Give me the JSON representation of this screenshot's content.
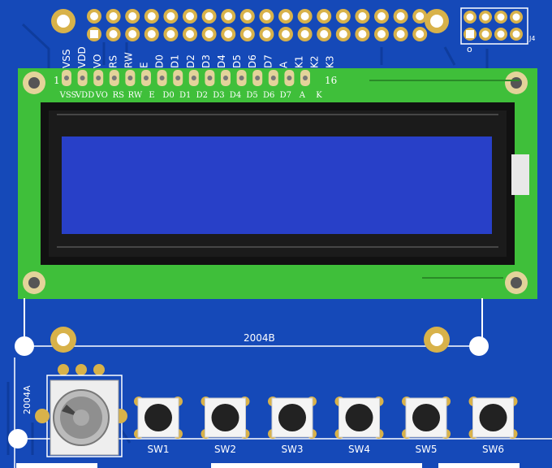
{
  "board": {
    "colors": {
      "pcb": "#1549b8",
      "trace": "#0f3d9e",
      "gold": "#d8b24a",
      "lcd_pcb": "#3fbf3a",
      "lcd_bezel": "#111111",
      "lcd_screen": "#2840c8"
    },
    "header": {
      "main_pins_per_row": 18,
      "j4_label": "J4",
      "j4_pins_per_row": 4
    },
    "lcd": {
      "pin_first_label": "1",
      "pin_last_label": "16",
      "pin_names_top": [
        "VSS",
        "VDD",
        "VO",
        "RS",
        "RW",
        "E",
        "D0",
        "D1",
        "D2",
        "D3",
        "D4",
        "D5",
        "D6",
        "D7",
        "A",
        "K1",
        "K2",
        "K3"
      ],
      "pin_names_bottom": [
        "VSS",
        "VDD",
        "VO",
        "RS",
        "RW",
        "E",
        "D0",
        "D1",
        "D2",
        "D3",
        "D4",
        "D5",
        "D6",
        "D7",
        "A",
        "K"
      ]
    },
    "outline_b_label": "2004B",
    "outline_a_label": "2004A",
    "potentiometer_icon": "trimmer-potentiometer-icon",
    "switches": [
      {
        "label": "SW1"
      },
      {
        "label": "SW2"
      },
      {
        "label": "SW3"
      },
      {
        "label": "SW4"
      },
      {
        "label": "SW5"
      },
      {
        "label": "SW6"
      }
    ]
  }
}
